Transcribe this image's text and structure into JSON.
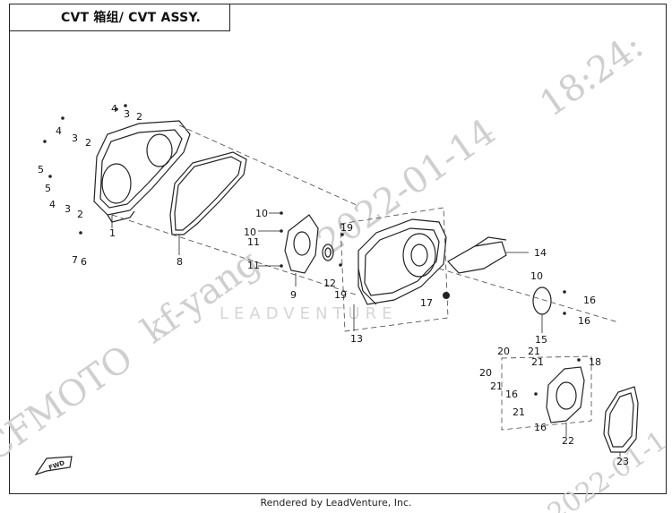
{
  "title": "CVT 箱组/ CVT ASSY.",
  "footer": "Rendered by LeadVenture, Inc.",
  "watermark": {
    "brand": "CFMOTO",
    "user": "kf-yang",
    "date": "2022-01-14",
    "time": "18:24:",
    "vendor": "LEADVENTURE",
    "date_corner": "2022-01-1"
  },
  "direction_badge": "FWD",
  "callouts": {
    "c1": "1",
    "c2a": "2",
    "c2b": "2",
    "c2c": "2",
    "c3a": "3",
    "c3b": "3",
    "c3c": "3",
    "c4a": "4",
    "c4b": "4",
    "c4c": "4",
    "c5a": "5",
    "c5b": "5",
    "c6": "6",
    "c7": "7",
    "c8": "8",
    "c9": "9",
    "c10a": "10",
    "c10b": "10",
    "c10c": "10",
    "c11a": "11",
    "c11b": "11",
    "c12": "12",
    "c13": "13",
    "c14": "14",
    "c15": "15",
    "c16a": "16",
    "c16b": "16",
    "c16c": "16",
    "c16d": "16",
    "c17": "17",
    "c18": "18",
    "c19a": "19",
    "c19b": "19",
    "c20a": "20",
    "c20b": "20",
    "c21a": "21",
    "c21b": "21",
    "c21c": "21",
    "c21d": "21",
    "c22": "22",
    "c23": "23"
  },
  "colors": {
    "line": "#222222",
    "watermark": "#cfcfcf"
  }
}
